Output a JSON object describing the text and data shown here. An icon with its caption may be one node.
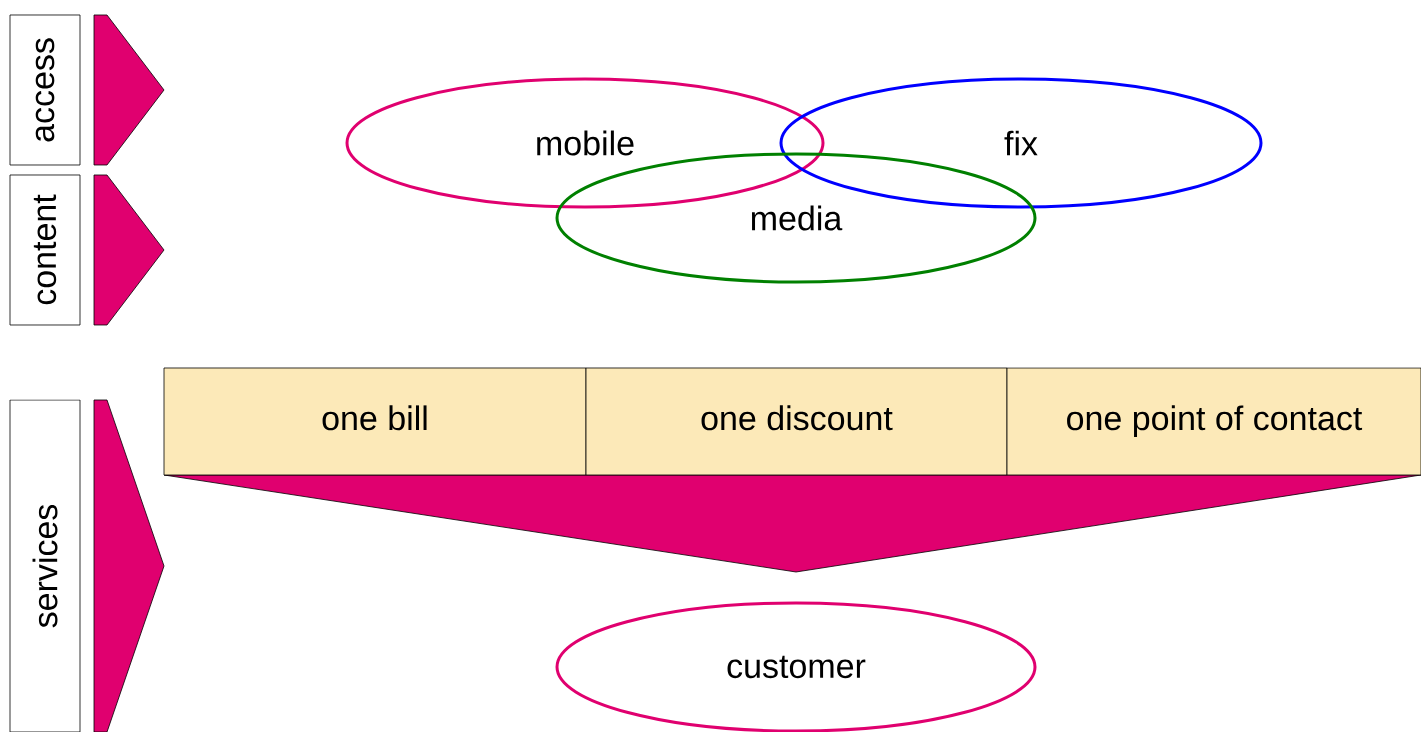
{
  "diagram": {
    "nodes": [
      {
        "text": [
          "access"
        ]
      },
      {
        "text": [
          "content"
        ]
      },
      {
        "text": [
          "services"
        ]
      },
      {
        "text": [
          "mobile"
        ]
      },
      {
        "text": [
          "fix"
        ]
      },
      {
        "text": [
          "media"
        ]
      },
      {
        "text": [
          "one bill"
        ]
      },
      {
        "text": [
          "one discount"
        ]
      },
      {
        "text": [
          "one point of contact"
        ]
      },
      {
        "text": [
          "customer"
        ]
      },
      {
        "text": [],
        "shape": "chevron"
      },
      {
        "text": [],
        "shape": "chevron"
      },
      {
        "text": [],
        "shape": "chevron"
      }
    ],
    "edges": []
  }
}
